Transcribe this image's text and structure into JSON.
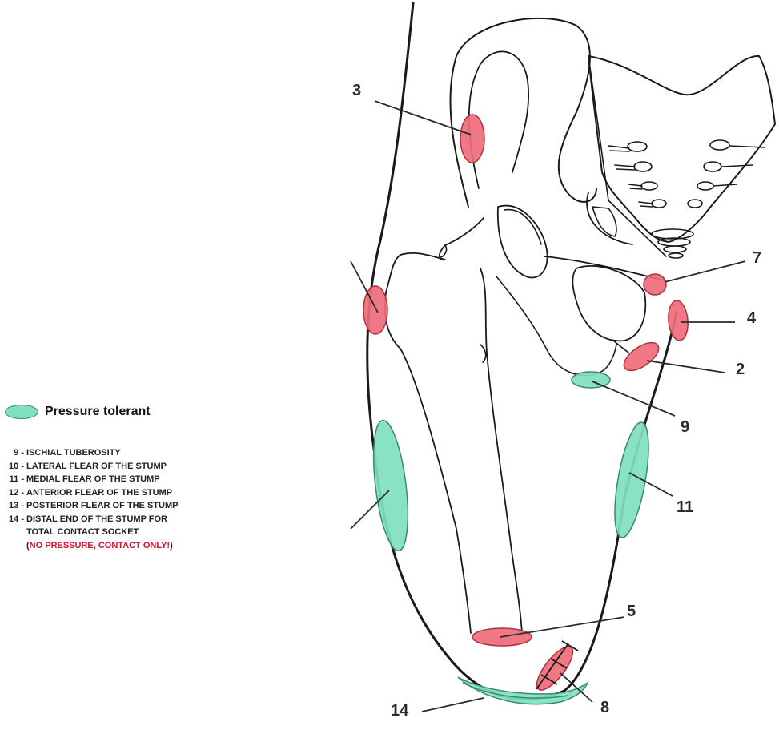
{
  "legend": {
    "title": "Pressure tolerant",
    "items": [
      {
        "num": "9 -",
        "text": "ISCHIAL TUBEROSITY"
      },
      {
        "num": "10 -",
        "text": "LATERAL FLEAR OF THE STUMP"
      },
      {
        "num": "11 -",
        "text": "MEDIAL FLEAR OF THE STUMP"
      },
      {
        "num": "12 -",
        "text": "ANTERIOR FLEAR OF THE STUMP"
      },
      {
        "num": "13 -",
        "text": "POSTERIOR FLEAR OF THE STUMP"
      },
      {
        "num": "14 -",
        "text": "DISTAL END OF THE STUMP FOR"
      }
    ],
    "continuation": "TOTAL CONTACT SOCKET",
    "note": "(NO PRESSURE, CONTACT ONLY!)",
    "note_open": "(",
    "note_text": "NO PRESSURE, CONTACT ONLY!",
    "note_close": ")"
  },
  "labels": {
    "l3": "3",
    "l7": "7",
    "l4": "4",
    "l2": "2",
    "l9": "9",
    "l11": "11",
    "l5": "5",
    "l14": "14",
    "l8": "8"
  },
  "colors": {
    "pressure_sensitive": "#ef6b7a",
    "pressure_tolerant": "#7fe0bf",
    "outline": "#1a1a1a",
    "warning_text": "#d3122a"
  }
}
